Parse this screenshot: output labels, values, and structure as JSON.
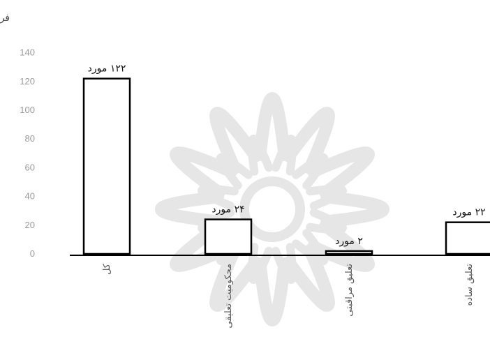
{
  "chart_data": {
    "type": "bar",
    "ylabel": "فراوانی",
    "ylim": [
      0,
      140
    ],
    "yticks": [
      0,
      20,
      40,
      60,
      80,
      100,
      120,
      140
    ],
    "categories": [
      "کل",
      "محکومیت تعلیقی",
      "تعلیق مراقبتی",
      "تعلیق ساده"
    ],
    "values": [
      122,
      24,
      2,
      22
    ],
    "data_labels": [
      "۱۲۲ مورد",
      "۲۴ مورد",
      "۲ مورد",
      "۲۲ مورد"
    ],
    "grid": false,
    "legend": "none",
    "colors": {
      "bar_stroke": "#000000",
      "bar_fill": "#ffffff",
      "axis": "#000000",
      "tick_text": "#9a9a9a",
      "watermark": "#e6e6e6"
    }
  }
}
